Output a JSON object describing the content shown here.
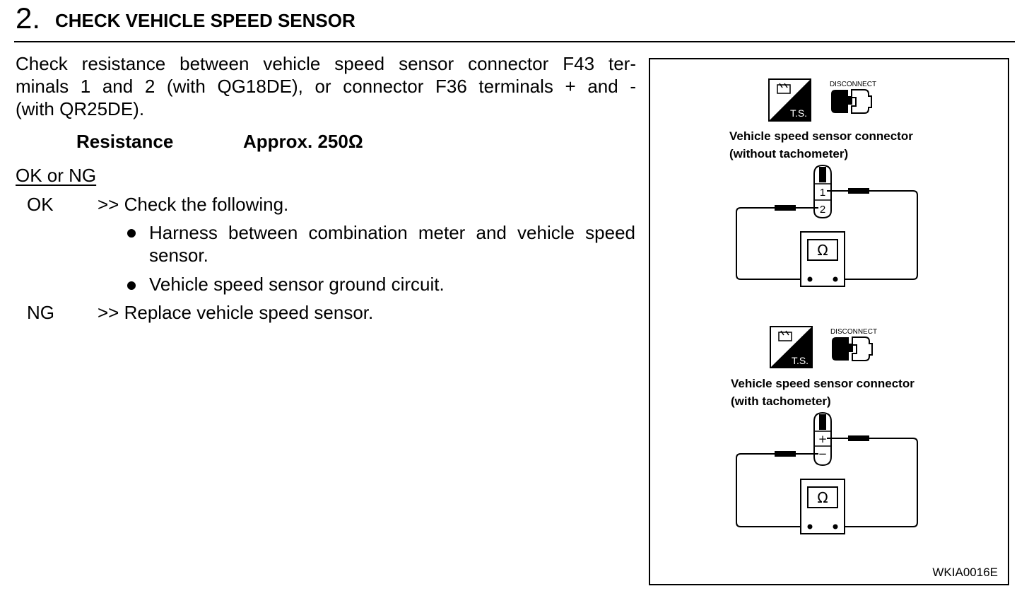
{
  "step": {
    "number": "2.",
    "title": "CHECK VEHICLE SPEED SENSOR"
  },
  "instruction": {
    "lines": [
      "Check resistance between vehicle speed sensor connector F43 ter-",
      "minals 1 and 2 (with QG18DE), or connector F36 terminals + and -",
      "(with QR25DE)."
    ]
  },
  "spec": {
    "label": "Resistance",
    "value": "Approx. 250Ω"
  },
  "ok_ng": {
    "heading": "OK or NG",
    "ok_code": "OK",
    "ok_text": ">> Check the following.",
    "ok_items": [
      "Harness between combination meter and vehicle speed sensor.",
      "Vehicle speed sensor ground circuit."
    ],
    "ng_code": "NG",
    "ng_text": ">> Replace vehicle speed sensor."
  },
  "figure": {
    "icon_ts_label": "T.S.",
    "icon_disconnect_label": "DISCONNECT",
    "top": {
      "line1": "Vehicle speed sensor connector",
      "line2": "(without tachometer)",
      "terminal_a": "1",
      "terminal_b": "2",
      "meter_symbol": "Ω"
    },
    "bottom": {
      "line1": "Vehicle speed sensor connector",
      "line2": "(with tachometer)",
      "terminal_a": "+",
      "terminal_b": "−",
      "meter_symbol": "Ω"
    },
    "figure_id": "WKIA0016E"
  }
}
